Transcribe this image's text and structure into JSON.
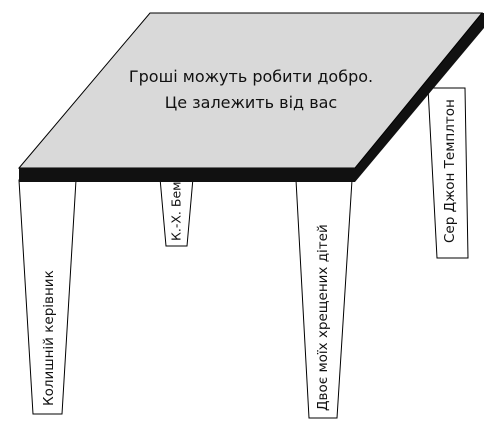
{
  "tabletop": {
    "line1": "Гроші можуть робити добро.",
    "line2": "Це залежить від вас"
  },
  "legs": {
    "front_left": "Колишній керівник",
    "back_left": "К.-Х. Бем",
    "front_right": "Двоє моїх хрещених дітей",
    "back_right": "Сер Джон Темплтон"
  },
  "colors": {
    "tabletop_fill": "#d9d9d9",
    "outline": "#000000",
    "edge": "#111111",
    "leg_fill": "#ffffff"
  }
}
